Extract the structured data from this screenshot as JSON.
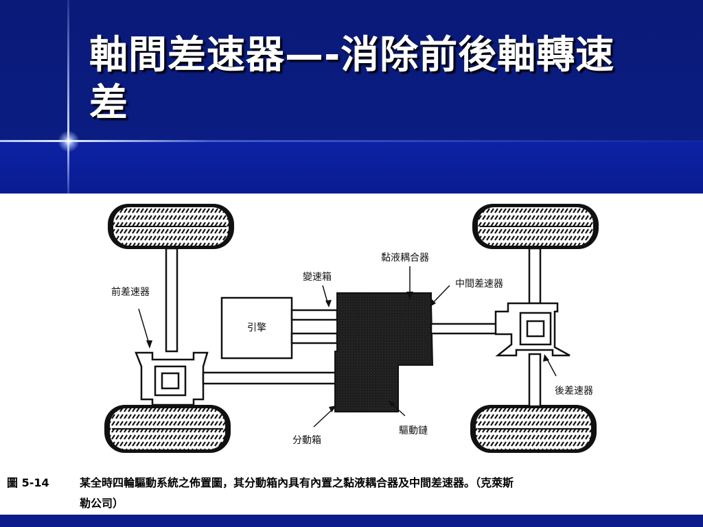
{
  "slide": {
    "title": "軸間差速器—-消除前後軸轉速差"
  },
  "diagram": {
    "labels": {
      "engine": "引擎",
      "transmission": "變速箱",
      "viscous_coupling": "黏液耦合器",
      "center_differential": "中間差速器",
      "front_differential": "前差速器",
      "rear_differential": "後差速器",
      "transfer_case": "分動箱",
      "drive_chain": "驅動鏈"
    }
  },
  "caption": {
    "figure_number": "圖 5-14",
    "line1": "某全時四輪驅動系統之佈置圖，其分動箱內具有內置之黏液耦合器及中間差速器。（克萊斯",
    "line2": "勒公司）"
  },
  "colors": {
    "header_bg": "#0b1c82",
    "title_text": "#ffffff",
    "bottom_bar": "#0c1c8a"
  }
}
